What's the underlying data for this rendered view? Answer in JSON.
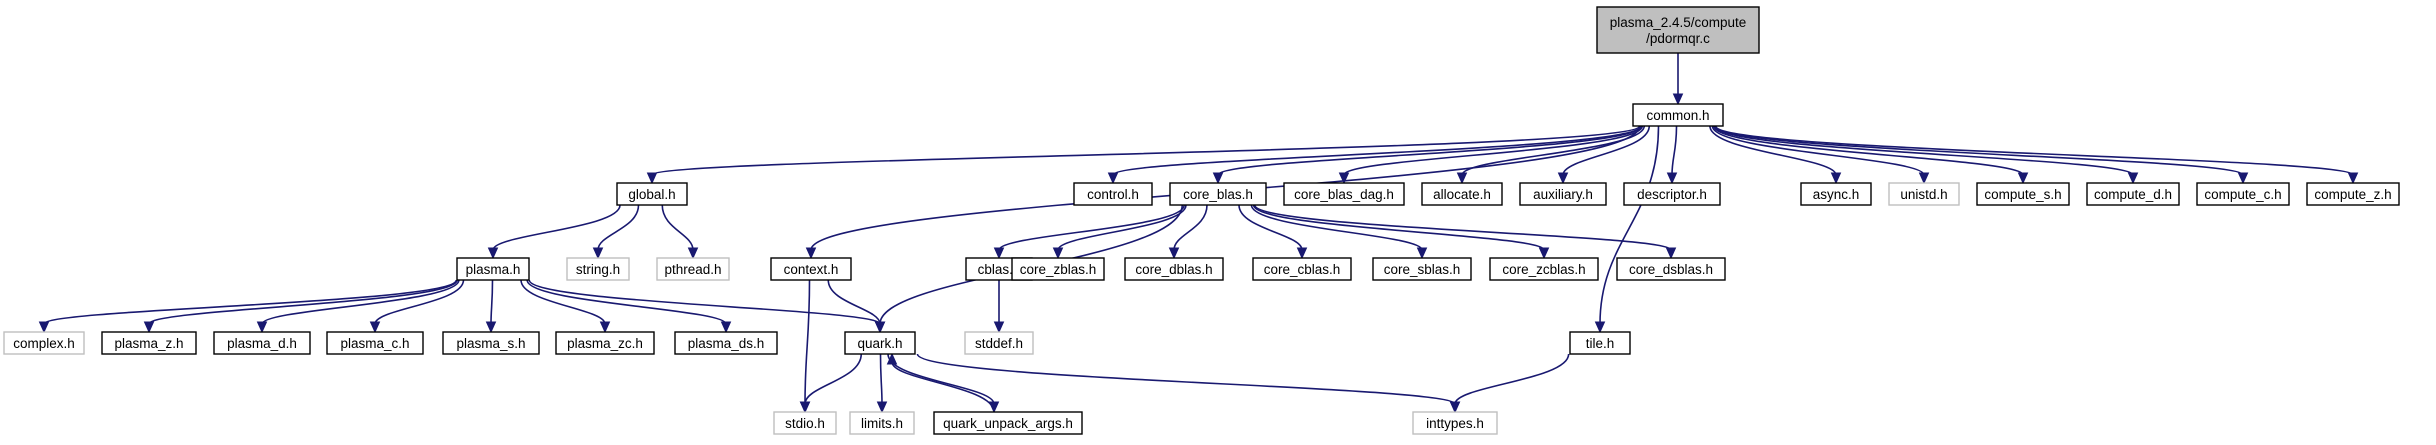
{
  "colors": {
    "edge": "#191970",
    "node_border": "#000000",
    "external_border": "#bfbfbf",
    "root_fill": "#bfbfbf",
    "node_fill": "#ffffff",
    "text": "#000000",
    "external_text": "#808080"
  },
  "nodes": [
    {
      "id": "root",
      "lines": [
        "plasma_2.4.5/compute",
        "/pdormqr.c"
      ],
      "kind": "root"
    },
    {
      "id": "common_h",
      "lines": [
        "common.h"
      ],
      "kind": "file"
    },
    {
      "id": "global_h",
      "lines": [
        "global.h"
      ],
      "kind": "file"
    },
    {
      "id": "control_h",
      "lines": [
        "control.h"
      ],
      "kind": "file"
    },
    {
      "id": "core_blas_h",
      "lines": [
        "core_blas.h"
      ],
      "kind": "file"
    },
    {
      "id": "core_blas_dag_h",
      "lines": [
        "core_blas_dag.h"
      ],
      "kind": "file"
    },
    {
      "id": "allocate_h",
      "lines": [
        "allocate.h"
      ],
      "kind": "file"
    },
    {
      "id": "auxiliary_h",
      "lines": [
        "auxiliary.h"
      ],
      "kind": "file"
    },
    {
      "id": "descriptor_h",
      "lines": [
        "descriptor.h"
      ],
      "kind": "file"
    },
    {
      "id": "async_h",
      "lines": [
        "async.h"
      ],
      "kind": "file"
    },
    {
      "id": "unistd_h",
      "lines": [
        "unistd.h"
      ],
      "kind": "external"
    },
    {
      "id": "compute_s_h",
      "lines": [
        "compute_s.h"
      ],
      "kind": "file"
    },
    {
      "id": "compute_d_h",
      "lines": [
        "compute_d.h"
      ],
      "kind": "file"
    },
    {
      "id": "compute_c_h",
      "lines": [
        "compute_c.h"
      ],
      "kind": "file"
    },
    {
      "id": "compute_z_h",
      "lines": [
        "compute_z.h"
      ],
      "kind": "file"
    },
    {
      "id": "plasma_h",
      "lines": [
        "plasma.h"
      ],
      "kind": "file"
    },
    {
      "id": "string_h",
      "lines": [
        "string.h"
      ],
      "kind": "external"
    },
    {
      "id": "pthread_h",
      "lines": [
        "pthread.h"
      ],
      "kind": "external"
    },
    {
      "id": "context_h",
      "lines": [
        "context.h"
      ],
      "kind": "file"
    },
    {
      "id": "cblas_h",
      "lines": [
        "cblas.h"
      ],
      "kind": "file"
    },
    {
      "id": "core_zblas_h",
      "lines": [
        "core_zblas.h"
      ],
      "kind": "file"
    },
    {
      "id": "core_dblas_h",
      "lines": [
        "core_dblas.h"
      ],
      "kind": "file"
    },
    {
      "id": "core_cblas_h",
      "lines": [
        "core_cblas.h"
      ],
      "kind": "file"
    },
    {
      "id": "core_sblas_h",
      "lines": [
        "core_sblas.h"
      ],
      "kind": "file"
    },
    {
      "id": "core_zcblas_h",
      "lines": [
        "core_zcblas.h"
      ],
      "kind": "file"
    },
    {
      "id": "core_dsblas_h",
      "lines": [
        "core_dsblas.h"
      ],
      "kind": "file"
    },
    {
      "id": "stddef_h",
      "lines": [
        "stddef.h"
      ],
      "kind": "external"
    },
    {
      "id": "tile_h",
      "lines": [
        "tile.h"
      ],
      "kind": "file"
    },
    {
      "id": "complex_h",
      "lines": [
        "complex.h"
      ],
      "kind": "external"
    },
    {
      "id": "plasma_z_h",
      "lines": [
        "plasma_z.h"
      ],
      "kind": "file"
    },
    {
      "id": "plasma_d_h",
      "lines": [
        "plasma_d.h"
      ],
      "kind": "file"
    },
    {
      "id": "plasma_c_h",
      "lines": [
        "plasma_c.h"
      ],
      "kind": "file"
    },
    {
      "id": "plasma_s_h",
      "lines": [
        "plasma_s.h"
      ],
      "kind": "file"
    },
    {
      "id": "plasma_zc_h",
      "lines": [
        "plasma_zc.h"
      ],
      "kind": "file"
    },
    {
      "id": "plasma_ds_h",
      "lines": [
        "plasma_ds.h"
      ],
      "kind": "file"
    },
    {
      "id": "quark_h",
      "lines": [
        "quark.h"
      ],
      "kind": "file"
    },
    {
      "id": "stdio_h",
      "lines": [
        "stdio.h"
      ],
      "kind": "external"
    },
    {
      "id": "limits_h",
      "lines": [
        "limits.h"
      ],
      "kind": "external"
    },
    {
      "id": "quark_unpack_args_h",
      "lines": [
        "quark_unpack_args.h"
      ],
      "kind": "file"
    },
    {
      "id": "inttypes_h",
      "lines": [
        "inttypes.h"
      ],
      "kind": "external"
    }
  ],
  "edges": [
    {
      "from": "root",
      "to": "common_h"
    },
    {
      "from": "common_h",
      "to": "global_h"
    },
    {
      "from": "common_h",
      "to": "context_h"
    },
    {
      "from": "common_h",
      "to": "control_h"
    },
    {
      "from": "common_h",
      "to": "core_blas_h"
    },
    {
      "from": "common_h",
      "to": "core_blas_dag_h"
    },
    {
      "from": "common_h",
      "to": "allocate_h"
    },
    {
      "from": "common_h",
      "to": "auxiliary_h"
    },
    {
      "from": "common_h",
      "to": "descriptor_h"
    },
    {
      "from": "common_h",
      "to": "tile_h"
    },
    {
      "from": "common_h",
      "to": "async_h"
    },
    {
      "from": "common_h",
      "to": "unistd_h"
    },
    {
      "from": "common_h",
      "to": "compute_s_h"
    },
    {
      "from": "common_h",
      "to": "compute_d_h"
    },
    {
      "from": "common_h",
      "to": "compute_c_h"
    },
    {
      "from": "common_h",
      "to": "compute_z_h"
    },
    {
      "from": "global_h",
      "to": "plasma_h"
    },
    {
      "from": "global_h",
      "to": "string_h"
    },
    {
      "from": "global_h",
      "to": "pthread_h"
    },
    {
      "from": "plasma_h",
      "to": "complex_h"
    },
    {
      "from": "plasma_h",
      "to": "plasma_z_h"
    },
    {
      "from": "plasma_h",
      "to": "plasma_d_h"
    },
    {
      "from": "plasma_h",
      "to": "plasma_c_h"
    },
    {
      "from": "plasma_h",
      "to": "plasma_s_h"
    },
    {
      "from": "plasma_h",
      "to": "plasma_zc_h"
    },
    {
      "from": "plasma_h",
      "to": "plasma_ds_h"
    },
    {
      "from": "plasma_h",
      "to": "quark_h"
    },
    {
      "from": "context_h",
      "to": "quark_h"
    },
    {
      "from": "context_h",
      "to": "stdio_h"
    },
    {
      "from": "core_blas_h",
      "to": "cblas_h"
    },
    {
      "from": "core_blas_h",
      "to": "quark_h"
    },
    {
      "from": "core_blas_h",
      "to": "core_zblas_h"
    },
    {
      "from": "core_blas_h",
      "to": "core_dblas_h"
    },
    {
      "from": "core_blas_h",
      "to": "core_cblas_h"
    },
    {
      "from": "core_blas_h",
      "to": "core_sblas_h"
    },
    {
      "from": "core_blas_h",
      "to": "core_zcblas_h"
    },
    {
      "from": "core_blas_h",
      "to": "core_dsblas_h"
    },
    {
      "from": "cblas_h",
      "to": "stddef_h"
    },
    {
      "from": "quark_h",
      "to": "stdio_h"
    },
    {
      "from": "quark_h",
      "to": "limits_h"
    },
    {
      "from": "quark_h",
      "to": "quark_unpack_args_h"
    },
    {
      "from": "quark_h",
      "to": "inttypes_h"
    },
    {
      "from": "quark_unpack_args_h",
      "to": "quark_h"
    },
    {
      "from": "tile_h",
      "to": "inttypes_h"
    }
  ]
}
